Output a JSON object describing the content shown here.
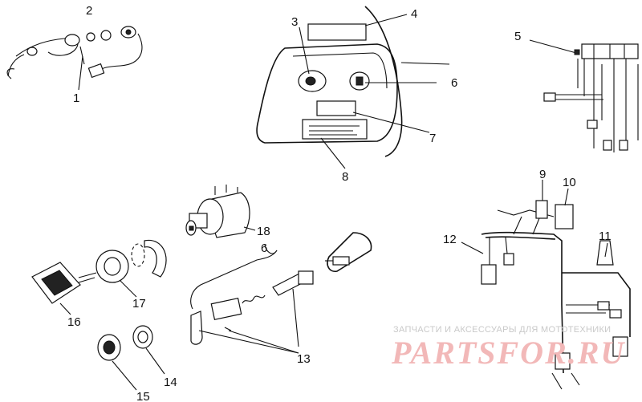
{
  "callouts": {
    "c1": "1",
    "c2": "2",
    "c3": "3",
    "c4": "4",
    "c5": "5",
    "c6a": "6",
    "c6b": "6",
    "c7": "7",
    "c8": "8",
    "c9": "9",
    "c10": "10",
    "c11": "11",
    "c12": "12",
    "c13": "13",
    "c14": "14",
    "c15": "15",
    "c16": "16",
    "c17": "17",
    "c18": "18"
  },
  "watermark": {
    "tagline": "ЗАПЧАСТИ И АКСЕССУАРЫ ДЛЯ МОТОТЕХНИКИ",
    "logo": "PARTSFOR.RU"
  },
  "colors": {
    "ink": "#111111",
    "watermark_text": "#c9c9c9",
    "watermark_logo": "#f2b8b8"
  }
}
